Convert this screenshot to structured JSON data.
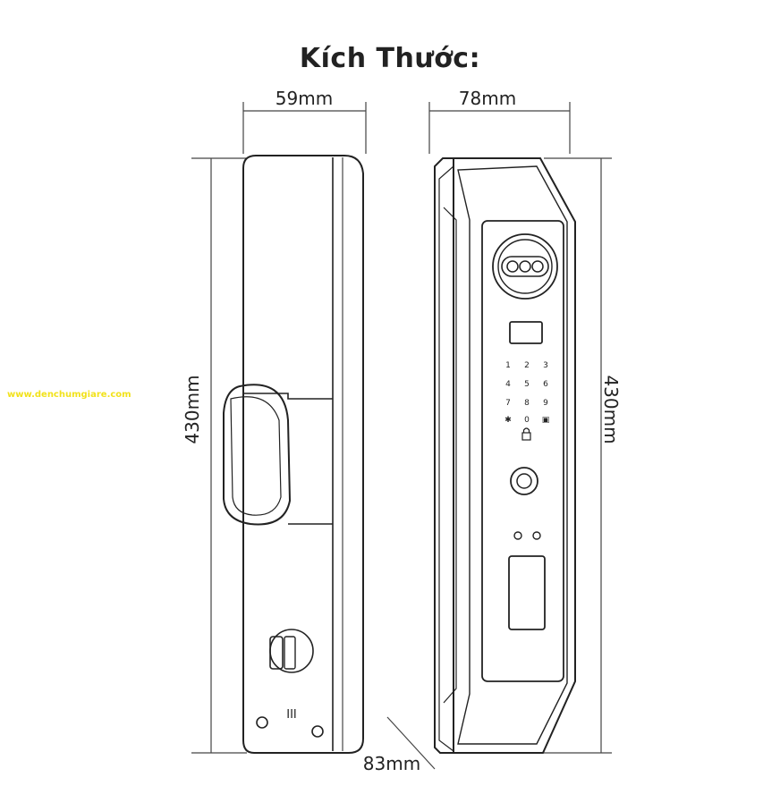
{
  "title": "Kích Thước:",
  "watermark": "www.denchumgiare.com",
  "dimensions": {
    "width_side": "59mm",
    "width_front": "78mm",
    "height_left": "430mm",
    "height_right": "430mm",
    "depth": "83mm"
  },
  "keypad": [
    "1",
    "2",
    "3",
    "4",
    "5",
    "6",
    "7",
    "8",
    "9",
    "✱",
    "0",
    "▣"
  ],
  "back_panel_mark": "III"
}
